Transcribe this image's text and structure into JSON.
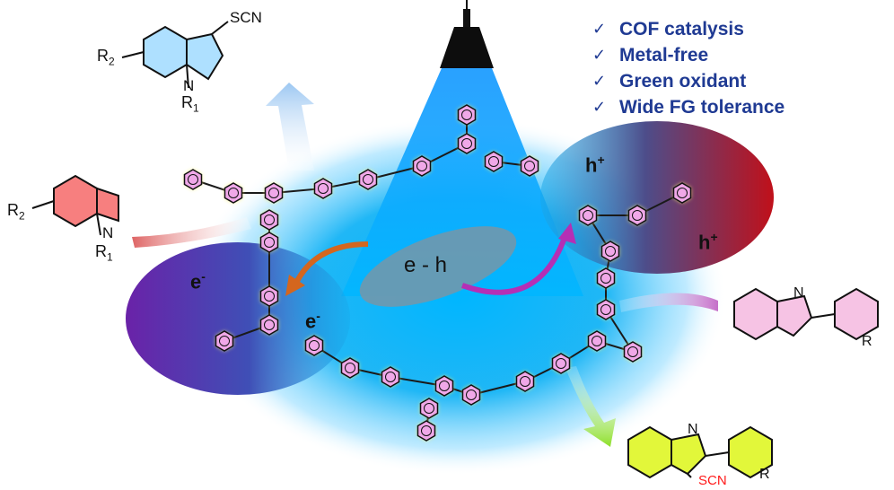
{
  "features": [
    {
      "text": "COF catalysis"
    },
    {
      "text": "Metal-free"
    },
    {
      "text": "Green oxidant"
    },
    {
      "text": "Wide FG tolerance"
    }
  ],
  "check_glyph": "✓",
  "labels": {
    "electron": "e",
    "electron_sup": "-",
    "hole": "h",
    "hole_sup": "+",
    "exciton": "e - h",
    "scn": "SCN",
    "n": "N",
    "r": "R",
    "r1": "R",
    "r1_sub": "1",
    "r2": "R",
    "r2_sub": "2"
  },
  "colors": {
    "feature_text": "#1f3a93",
    "glow_center": "#00b6ff",
    "electron_lobe": "#6a22a8",
    "hole_lobe": "#c0101a",
    "ring_fill": "#f0a8e8",
    "ring_glow": "#f7f06a",
    "scn_red": "#ff1a1a",
    "product_ring_fill": "#e2f73a",
    "pyridine_fill": "#f6c3e4",
    "indole_fill": "#f77f7f",
    "indole_product_fill": "#aee0ff",
    "arrow_blue": "#9cc7f2",
    "arrow_red": "#de6464",
    "arrow_pink": "#c56fc9",
    "arrow_green": "#8cdf28",
    "arrow_orange": "#d4661e",
    "arrow_magenta": "#b52fb5"
  },
  "icons": [
    "lamp-icon",
    "check-icon"
  ]
}
